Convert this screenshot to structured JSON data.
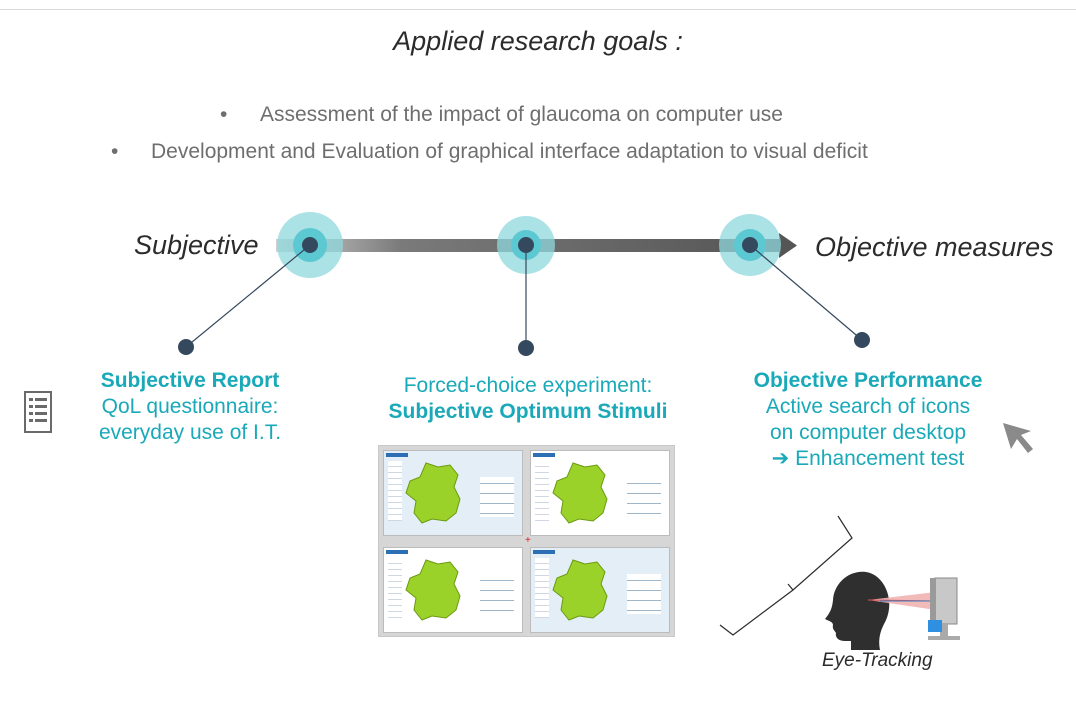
{
  "title": "Applied research goals :",
  "goals": [
    "Assessment of the impact of glaucoma on computer use",
    "Development and Evaluation of graphical interface adaptation to visual deficit"
  ],
  "bullet": "•",
  "axis": {
    "left_label": "Subjective",
    "right_label": "Objective measures"
  },
  "blocks": {
    "subjective": {
      "heading": "Subjective Report",
      "line1": "QoL questionnaire:",
      "line2": "everyday use of I.T.",
      "icon": "document-list-icon"
    },
    "forced_choice": {
      "line1": "Forced-choice experiment:",
      "heading": "Subjective Optimum Stimuli"
    },
    "objective": {
      "heading": "Objective Performance",
      "line1": "Active search of icons",
      "line2": "on computer desktop",
      "arrow": "➔",
      "line3": "Enhancement test",
      "icon": "cursor-arrow-icon"
    }
  },
  "eye_tracking_label": "Eye-Tracking",
  "colors": {
    "accent": "#1aa9b8",
    "node_dark": "#34495e",
    "axis_gray": "#5e5e5e",
    "halo": "#8fd8dd",
    "map_green": "#9bd22a"
  }
}
